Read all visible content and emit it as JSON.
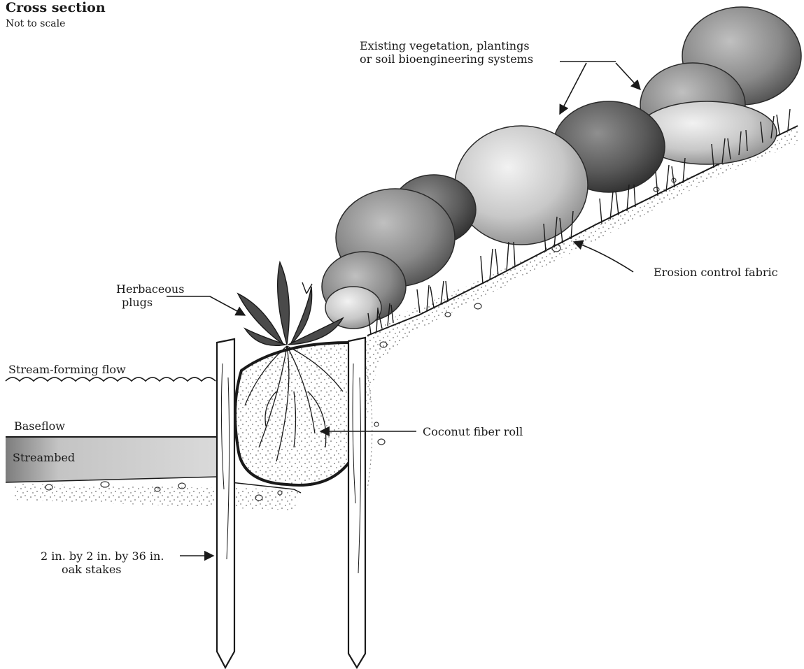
{
  "title": "Cross section",
  "subtitle": "Not to scale",
  "callouts": {
    "vegetation_line1": "Existing vegetation, plantings",
    "vegetation_line2": "or soil bioengineering systems",
    "erosion_fabric": "Erosion control fabric",
    "plugs_line1": "Herbaceous",
    "plugs_line2": "plugs",
    "stream_forming_flow": "Stream-forming flow",
    "baseflow": "Baseflow",
    "streambed": "Streambed",
    "coconut_roll": "Coconut fiber roll",
    "stakes_line1": "2 in. by 2 in. by 36 in.",
    "stakes_line2": "oak stakes"
  },
  "colors": {
    "ink": "#1a1a1a",
    "water": "#bdbdbd",
    "shrub_light": "#d9d9d9",
    "shrub_mid": "#9a9a9a",
    "shrub_dark": "#555555"
  }
}
